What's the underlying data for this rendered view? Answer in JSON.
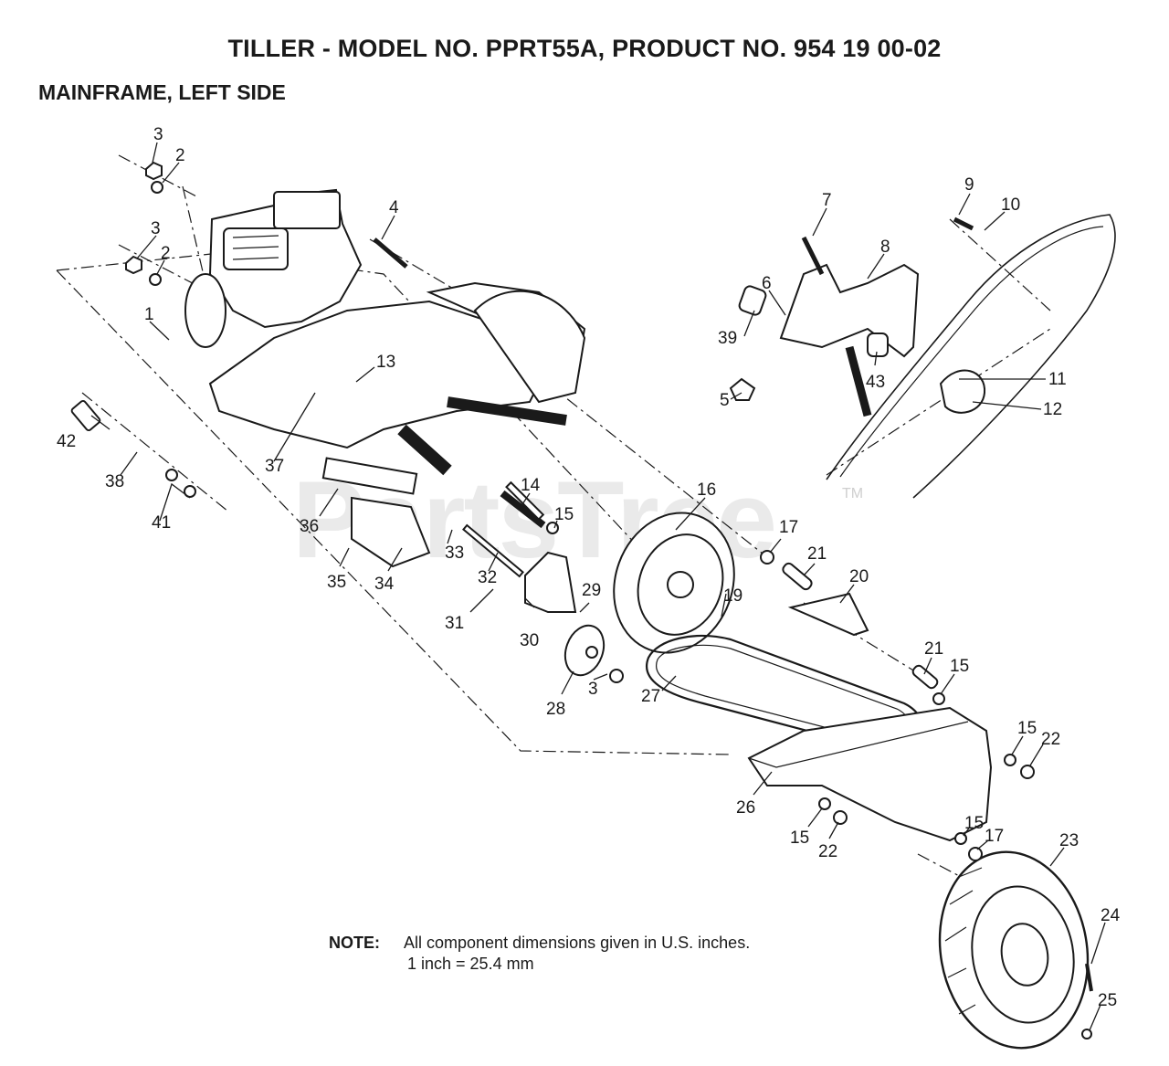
{
  "header": {
    "title": "TILLER - MODEL NO. PPRT55A, PRODUCT NO. 954 19 00-02",
    "subtitle": "MAINFRAME, LEFT SIDE"
  },
  "note": {
    "label": "NOTE:",
    "line1": "All component dimensions given in U.S. inches.",
    "line2": "1 inch = 25.4 mm"
  },
  "watermark": {
    "text": "PartsTree",
    "trademark": "TM"
  },
  "callouts": [
    "1",
    "2",
    "2",
    "3",
    "3",
    "3",
    "4",
    "5",
    "6",
    "7",
    "8",
    "9",
    "10",
    "11",
    "12",
    "13",
    "14",
    "15",
    "15",
    "15",
    "15",
    "15",
    "16",
    "17",
    "17",
    "19",
    "20",
    "21",
    "21",
    "22",
    "22",
    "23",
    "24",
    "25",
    "26",
    "27",
    "28",
    "29",
    "30",
    "31",
    "32",
    "33",
    "34",
    "35",
    "36",
    "37",
    "38",
    "39",
    "41",
    "42",
    "43"
  ]
}
